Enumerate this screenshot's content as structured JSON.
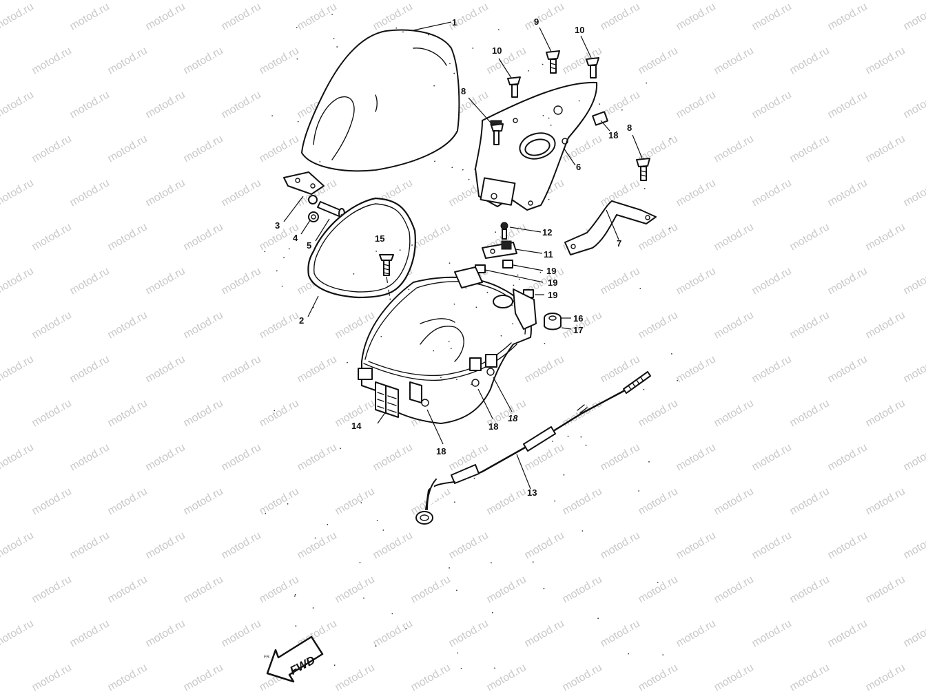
{
  "watermark": "motod.ru",
  "callouts": [
    {
      "id": "c1",
      "label": "1"
    },
    {
      "id": "c2",
      "label": "2"
    },
    {
      "id": "c3",
      "label": "3"
    },
    {
      "id": "c4",
      "label": "4"
    },
    {
      "id": "c5",
      "label": "5"
    },
    {
      "id": "c6",
      "label": "6"
    },
    {
      "id": "c7",
      "label": "7"
    },
    {
      "id": "c8a",
      "label": "8"
    },
    {
      "id": "c8b",
      "label": "8"
    },
    {
      "id": "c9",
      "label": "9"
    },
    {
      "id": "c10a",
      "label": "10"
    },
    {
      "id": "c10b",
      "label": "10"
    },
    {
      "id": "c11",
      "label": "11"
    },
    {
      "id": "c12",
      "label": "12"
    },
    {
      "id": "c13",
      "label": "13"
    },
    {
      "id": "c14",
      "label": "14"
    },
    {
      "id": "c15",
      "label": "15"
    },
    {
      "id": "c16",
      "label": "16"
    },
    {
      "id": "c17",
      "label": "17"
    },
    {
      "id": "c18a",
      "label": "18"
    },
    {
      "id": "c18b",
      "label": "18"
    },
    {
      "id": "c18c",
      "label": "18"
    },
    {
      "id": "c18d",
      "label": "18"
    },
    {
      "id": "c19a",
      "label": "19"
    },
    {
      "id": "c19b",
      "label": "19"
    },
    {
      "id": "c19c",
      "label": "19"
    }
  ],
  "fwd_label": "FWD",
  "fwd_small_text": "FR·"
}
